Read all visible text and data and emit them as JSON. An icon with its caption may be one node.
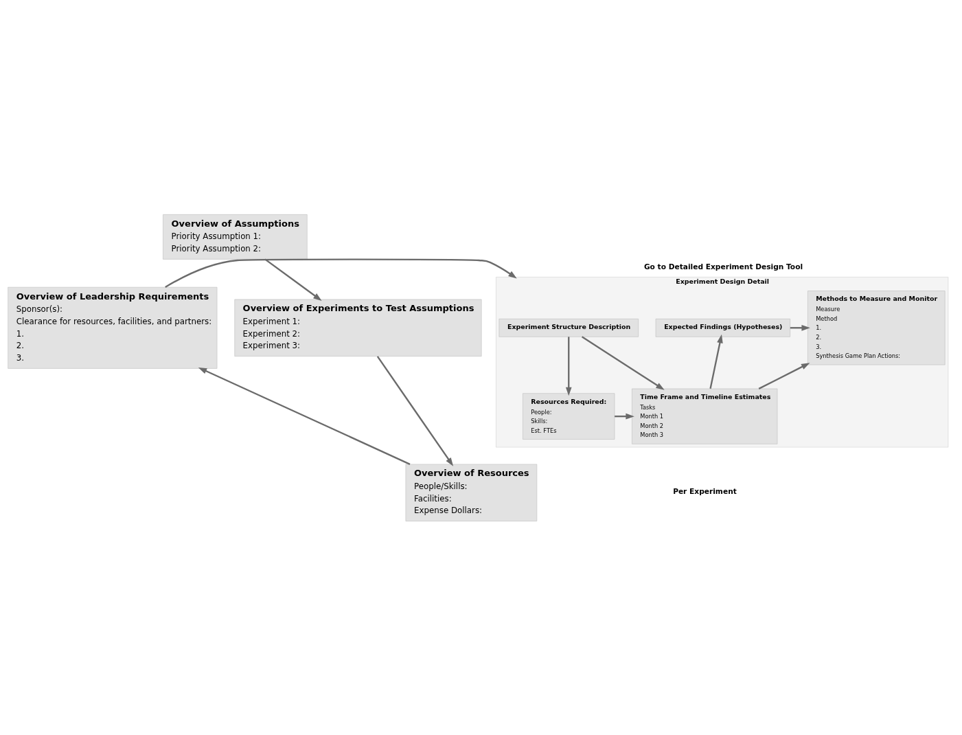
{
  "diagram": {
    "nodes": [
      {
        "text": [
          "Overview of Assumptions",
          "Priority Assumption 1:",
          "Priority Assumption 2:"
        ]
      },
      {
        "text": [
          "Overview of Experiments to Test Assumptions",
          "Experiment 1:",
          "Experiment 2:",
          "Experiment 3:"
        ]
      },
      {
        "text": [
          "Overview of Resources",
          "People/Skills:",
          "Facilities:",
          "Expense Dollars:"
        ]
      },
      {
        "text": [
          "Overview of Leadership Requirements",
          "Sponsor(s):",
          "Clearance for resources, facilities, and partners:",
          "1.",
          "2.",
          "3."
        ]
      },
      {
        "text": [
          "Experiment Design Detail"
        ],
        "beside": [
          "Go to Detailed Experiment Design Tool"
        ]
      },
      {
        "text": [
          "Experiment Structure Description"
        ],
        "in": 4
      },
      {
        "text": [
          "Expected Findings (Hypotheses)"
        ],
        "in": 4
      },
      {
        "text": [
          "Methods to Measure and Monitor",
          "Measure",
          "Method",
          "1.",
          "2.",
          "3.",
          "Synthesis Game Plan Actions:"
        ],
        "in": 4
      },
      {
        "text": [
          "Resources Required:",
          "People:",
          "Skills:",
          "Est. FTEs"
        ],
        "in": 4
      },
      {
        "text": [
          "Time Frame and Timeline Estimates",
          "Tasks",
          "Month 1",
          "Month 2",
          "Month 3"
        ],
        "in": 4
      }
    ],
    "edges": [
      {
        "from": 0,
        "to": 1,
        "arrow": "to"
      },
      {
        "from": 1,
        "to": 2,
        "arrow": "to"
      },
      {
        "from": 2,
        "to": 3,
        "arrow": "to"
      },
      {
        "from": 3,
        "to": 4,
        "arrow": "to"
      },
      {
        "from": 5,
        "to": 8,
        "arrow": "to"
      },
      {
        "from": 5,
        "to": 9,
        "arrow": "to"
      },
      {
        "from": 6,
        "to": 7,
        "arrow": "to"
      },
      {
        "from": 8,
        "to": 9,
        "arrow": "to"
      },
      {
        "from": 9,
        "to": 6,
        "arrow": "to"
      },
      {
        "from": 9,
        "to": 7,
        "arrow": "to"
      }
    ],
    "labels": [
      "Per Experiment"
    ]
  }
}
